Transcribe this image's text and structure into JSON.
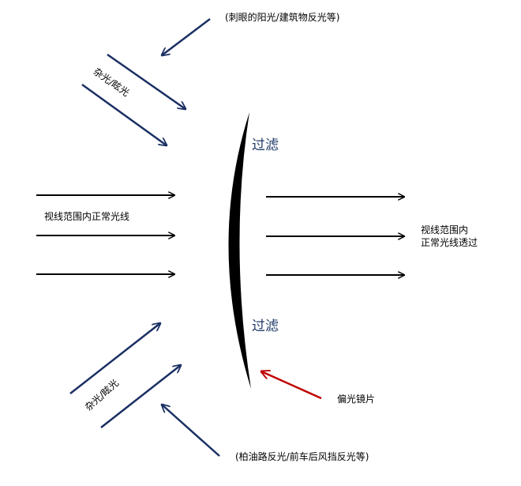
{
  "labels": {
    "top_source": "(刺眼的阳光/建筑物反光等)",
    "glare_top": "杂光/眩光",
    "filter_top": "过滤",
    "normal_in": "视线范围内正常光线",
    "normal_out_line1": "视线范围内",
    "normal_out_line2": "正常光线透过",
    "filter_bottom": "过滤",
    "glare_bottom": "杂光/眩光",
    "lens": "偏光镜片",
    "bottom_source": "(柏油路反光/前车后风挡反光等)"
  },
  "colors": {
    "normal_arrow": "#000000",
    "glare_arrow": "#1a2f63",
    "lens_pointer": "#c00000",
    "filter_text": "#1f3a68",
    "lens_fill": "#000000"
  }
}
